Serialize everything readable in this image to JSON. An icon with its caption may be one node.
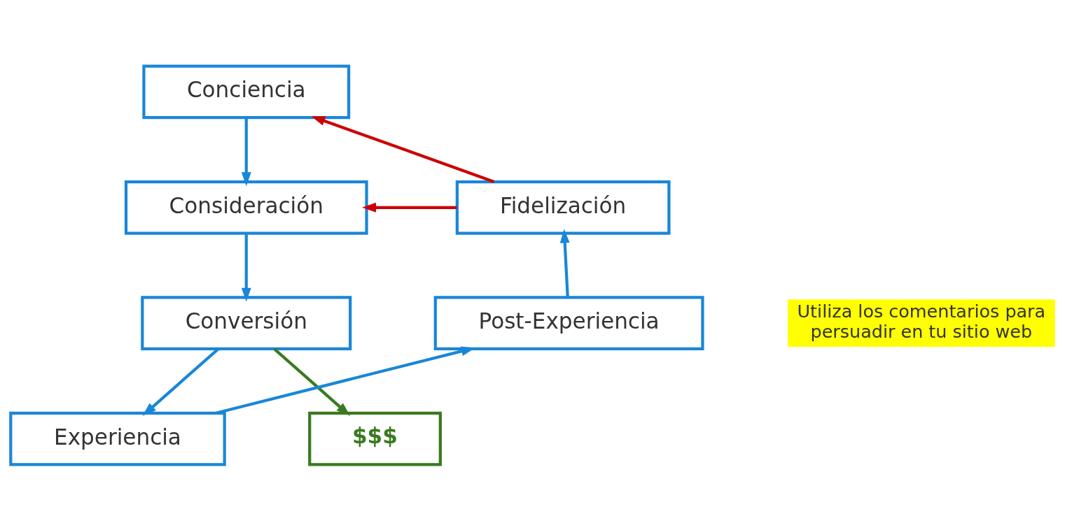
{
  "diagram": {
    "nodes": [
      {
        "text": [
          "Conciencia"
        ]
      },
      {
        "text": [
          "Consideración"
        ]
      },
      {
        "text": [
          "Conversión"
        ]
      },
      {
        "text": [
          "Experiencia"
        ]
      },
      {
        "text": [
          "Post-Experiencia"
        ]
      },
      {
        "text": [
          "Fidelización"
        ]
      },
      {
        "text": [
          "$$$"
        ]
      }
    ],
    "edges": [
      {
        "from": 0,
        "to": 1,
        "arrow": "to"
      },
      {
        "from": 1,
        "to": 2,
        "arrow": "to"
      },
      {
        "from": 2,
        "to": 3,
        "arrow": "to"
      },
      {
        "from": 3,
        "to": 4,
        "arrow": "to"
      },
      {
        "from": 4,
        "to": 5,
        "arrow": "to"
      },
      {
        "from": 5,
        "to": 0,
        "arrow": "to",
        "color": "#cc0000"
      },
      {
        "from": 5,
        "to": 1,
        "arrow": "to",
        "color": "#cc0000"
      },
      {
        "from": 2,
        "to": 6,
        "arrow": "to",
        "color": "#3a7a1f"
      }
    ],
    "labels": [
      "Utiliza los comentarios para persuadir en tu sitio web"
    ]
  }
}
